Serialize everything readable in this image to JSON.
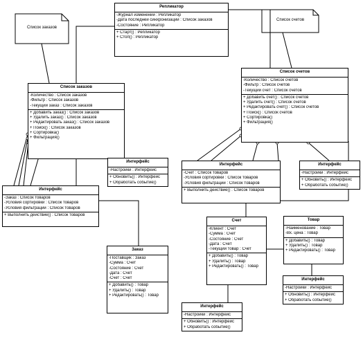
{
  "classes": {
    "replicator": {
      "title": "Репликатор",
      "attrs": [
        "-Журнал изменений : Репликатор",
        "-Дата последней синхронизации : Список заказов",
        "-Состояние : Репликатор"
      ],
      "ops": [
        "+ Старт() : Репликатор",
        "+ Стоп() : Репликатор"
      ]
    },
    "orders_list": {
      "title": "Список заказов",
      "attrs": [
        "-Количество : Список заказов",
        "-Фильтр : Список заказов",
        "-Текущий заказ : Список заказов"
      ],
      "ops": [
        "+ Добавить заказ() : Список заказов",
        "+ Удалить заказ() : Список заказов",
        "+ Редактировать заказ() : Список заказов",
        "+ Поиск() : Список заказов",
        "+ Сортировка()",
        "+ Фильтрация()"
      ]
    },
    "accounts_list": {
      "title": "Список счетов",
      "attrs": [
        "-Количество : Список счетов",
        "-Фильтр : Список счетов",
        "-Текущий счет : Список счетов"
      ],
      "ops": [
        "+ Добавить счет() : Список счетов",
        "+ Удалить счет() : Список счетов",
        "+ Редактировать счет() : Список счетов",
        "+ Поиск() : Список счетов",
        "+ Сортировка()",
        "+ Фильтрация()"
      ]
    },
    "iface_mid": {
      "title": "Интерфейс",
      "attrs": [
        "-Настройки : Интерфейс"
      ],
      "ops": [
        "+ Обновить() : Интерфейс",
        "+ Обработать событие()"
      ]
    },
    "iface_accounts": {
      "title": "Интерфейс",
      "attrs": [
        "-Счет : Список товаров",
        "-Условия сортировки : Список товаров",
        "-Условия фильтрации : Список товаров"
      ],
      "ops": [
        "+ Выполнить действие() : Список товаров"
      ]
    },
    "iface_right": {
      "title": "Интерфейс",
      "attrs": [
        "-Настройки : Интерфейс"
      ],
      "ops": [
        "+ Обновить() : Интерфейс",
        "+ Обработать событие()"
      ]
    },
    "iface_left": {
      "title": "Интерфейс",
      "attrs": [
        "-Заказ : Список товаров",
        "-Условия сортировки : Список товаров",
        "-Условия фильтрации : Список товаров"
      ],
      "ops": [
        "+ Выполнить действие() : Список товаров"
      ]
    },
    "account": {
      "title": "Счет",
      "attrs": [
        "-Клиент : Счет",
        "-Сумма : Счет",
        "-Состояние : Счет",
        "-Дата : Счет",
        "-Текущий товар : Счет"
      ],
      "ops": [
        "+ Добавить() : Товар",
        "+ Удалить() : Товар",
        "+ Редактировать() : Товар"
      ]
    },
    "product": {
      "title": "Товар",
      "attrs": [
        "-Наименование : Товар",
        "-Вх. цена : Товар"
      ],
      "ops": [
        "+ Добавить() : Товар",
        "+ Удалить() : Товар",
        "+ Редактировать() : Товар"
      ]
    },
    "order": {
      "title": "Заказ",
      "attrs": [
        "-Поставщик : Заказ",
        "-Сумма : Счет",
        "-Состояние : Счет",
        "-Дата : Счет",
        "-Счет : Счет"
      ],
      "ops": [
        "+ Добавить() : Товар",
        "+ Удалить() : Товар",
        "+ Редактировать() : Товар"
      ]
    },
    "iface_bottom": {
      "title": "Интерфейс",
      "attrs": [
        "-Настройки : Интерфейс"
      ],
      "ops": [
        "+ Обновить() : Интерфейс",
        "+ Обработать событие()"
      ]
    },
    "iface_product": {
      "title": "Интерфейс",
      "attrs": [
        "-Настройки : Интерфейс"
      ],
      "ops": [
        "+ Обновить() : Интерфейс",
        "+ Обработать событие()"
      ]
    }
  },
  "notes": {
    "orders_note": "Список заказов",
    "accounts_note": "Список счетов"
  }
}
